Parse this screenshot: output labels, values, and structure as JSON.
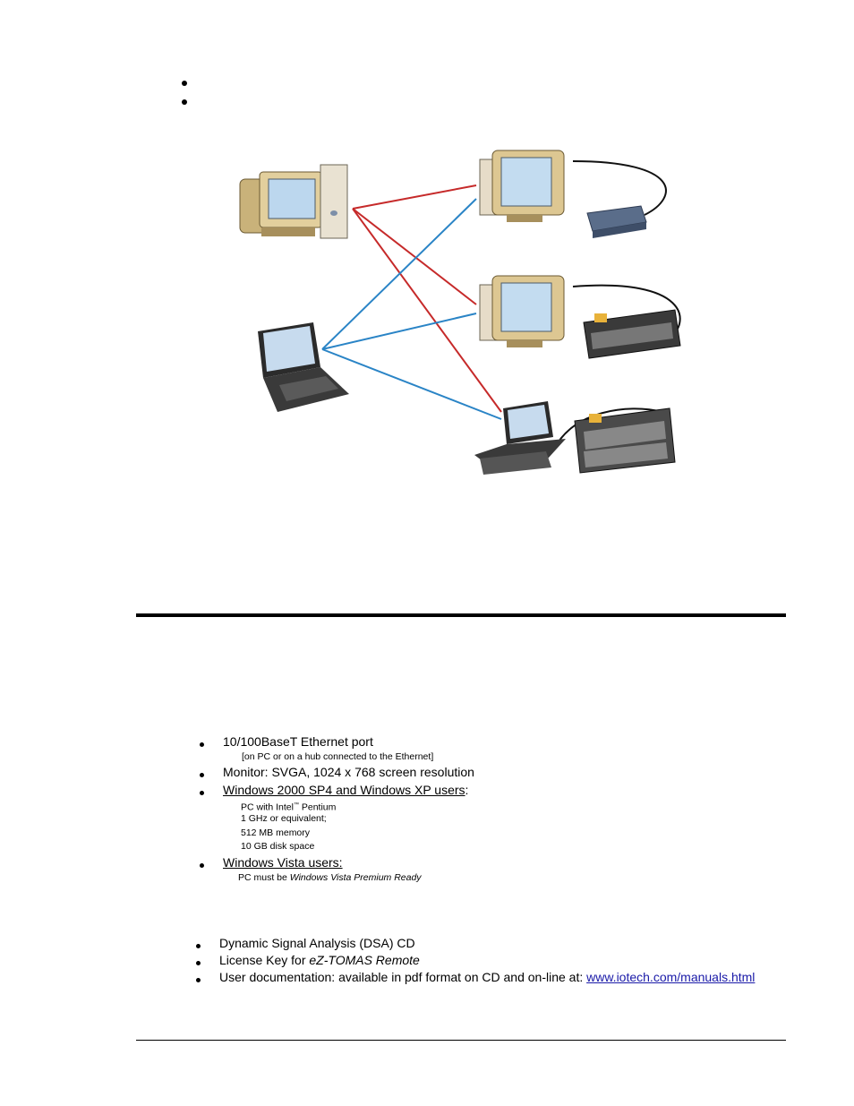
{
  "requirements": {
    "ethernet": {
      "label": "10/100BaseT Ethernet port",
      "note": "[on PC or on a hub connected to the Ethernet]"
    },
    "monitor": {
      "label": "Monitor: SVGA, 1024 x 768 screen resolution"
    },
    "winxp": {
      "label": "Windows 2000 SP4 and Windows XP users",
      "colon": ":",
      "specs": [
        "PC with Intel",
        "™",
        " Pentium",
        "1 GHz or equivalent;",
        "512 MB memory",
        "10 GB disk space"
      ]
    },
    "vista": {
      "label": "Windows Vista users:",
      "note_prefix": "PC must be ",
      "note_italic": "Windows Vista Premium Ready"
    }
  },
  "package": {
    "items": [
      {
        "text": "Dynamic Signal Analysis (DSA) CD"
      },
      {
        "prefix": "License Key for ",
        "italic": "eZ-TOMAS Remote"
      },
      {
        "prefix": "User documentation: available in pdf format on CD and on-line at: ",
        "link": "www.iotech.com/manuals.html"
      }
    ]
  }
}
